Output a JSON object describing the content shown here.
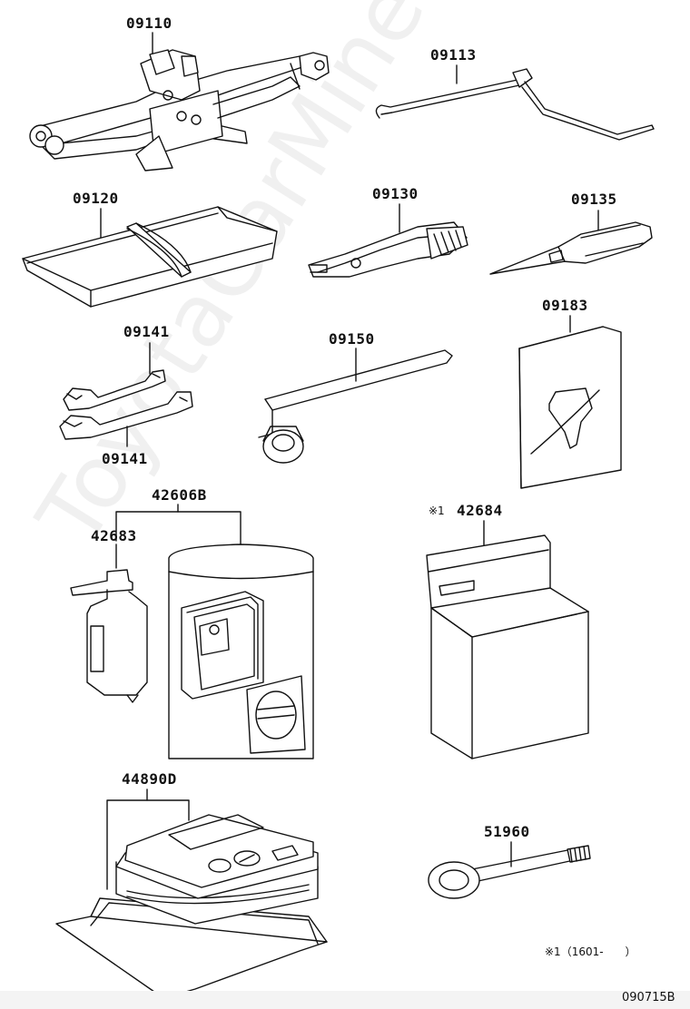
{
  "watermark": "ToyotaCarMine.ru",
  "parts": {
    "p09110": "09110",
    "p09113": "09113",
    "p09120": "09120",
    "p09130": "09130",
    "p09135": "09135",
    "p09141a": "09141",
    "p09141b": "09141",
    "p09150": "09150",
    "p09183": "09183",
    "p42606B": "42606B",
    "p42683": "42683",
    "p42684": "42684",
    "p44890D": "44890D",
    "p51960": "51960"
  },
  "marks": {
    "note_mark": "※1",
    "footnote": "※1（1601-　　）"
  },
  "diagram_code": "090715B"
}
